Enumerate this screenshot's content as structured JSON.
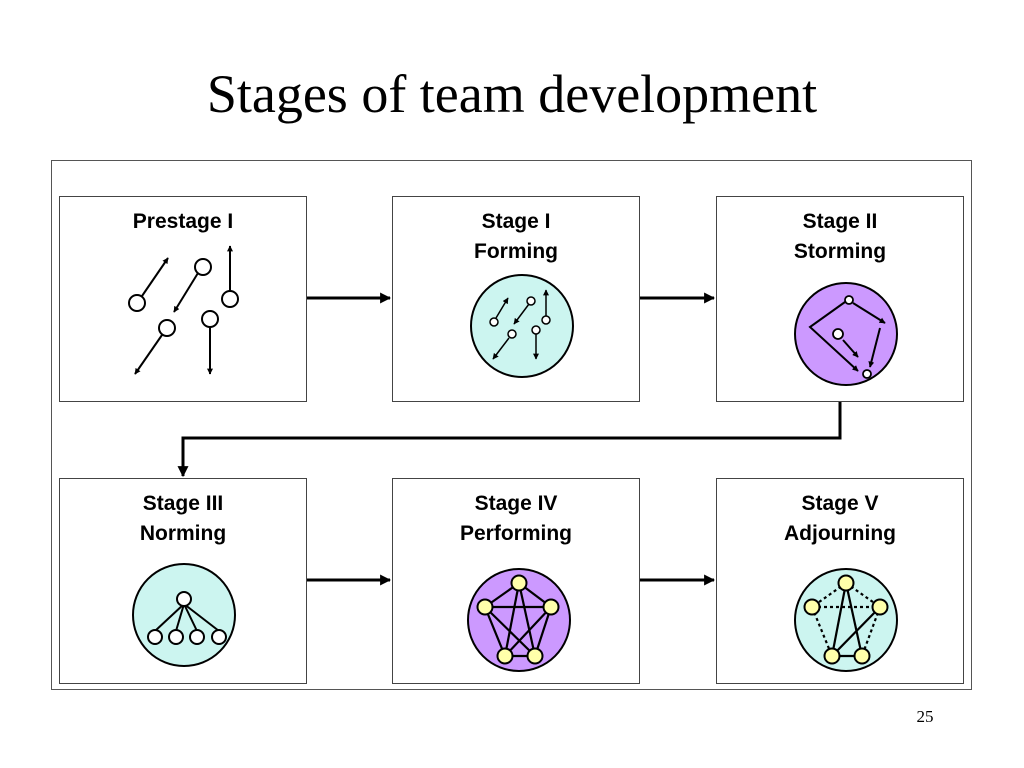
{
  "title": "Stages of team development",
  "slide_number": "25",
  "stages": [
    {
      "line1": "Prestage I",
      "line2": ""
    },
    {
      "line1": "Stage I",
      "line2": "Forming"
    },
    {
      "line1": "Stage II",
      "line2": "Storming"
    },
    {
      "line1": "Stage III",
      "line2": "Norming"
    },
    {
      "line1": "Stage IV",
      "line2": "Performing"
    },
    {
      "line1": "Stage V",
      "line2": "Adjourning"
    }
  ],
  "colors": {
    "cyan_fill": "#ccf5f0",
    "purple_fill": "#cc99ff",
    "node_yellow": "#ffffaa"
  }
}
